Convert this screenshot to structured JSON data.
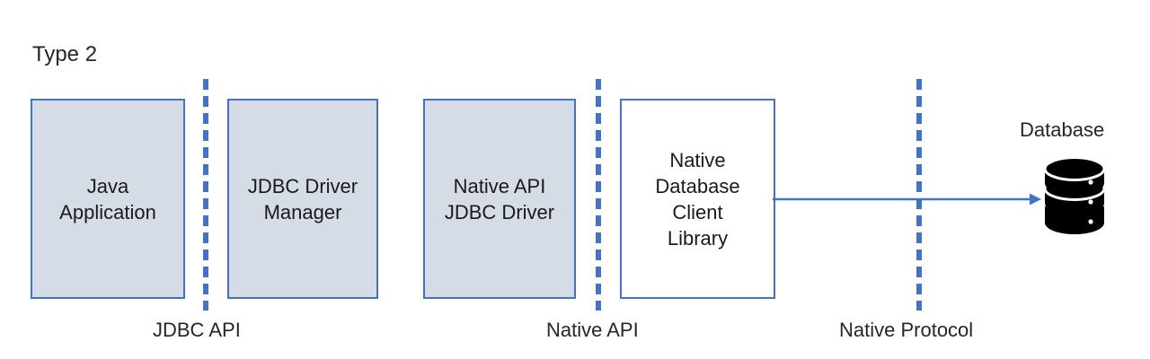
{
  "diagram": {
    "title": "Type 2",
    "accent_color": "#4472C4",
    "box_fill_color": "#D6DCE5",
    "text_color": "#262626",
    "database_icon_color": "#000000",
    "background_color": "#FFFFFF"
  },
  "layers": [
    {
      "key": "java-application",
      "label": "Java\nApplication",
      "fill": "filled"
    },
    {
      "key": "jdbc-driver-manager",
      "label": "JDBC Driver\nManager",
      "fill": "filled"
    },
    {
      "key": "native-api-jdbc-driver",
      "label": "Native API\nJDBC Driver",
      "fill": "filled"
    },
    {
      "key": "native-database-client-library",
      "label": "Native\nDatabase\nClient\nLibrary",
      "fill": "hollow"
    }
  ],
  "separators": [
    {
      "key": "jdbc-api",
      "caption": "JDBC API"
    },
    {
      "key": "native-api",
      "caption": "Native API"
    },
    {
      "key": "native-protocol",
      "caption": "Native Protocol"
    }
  ],
  "database": {
    "label": "Database",
    "icon": "database-cylinder-icon"
  },
  "connector": {
    "icon": "arrow-right-icon",
    "from": "native-database-client-library",
    "to": "database"
  }
}
